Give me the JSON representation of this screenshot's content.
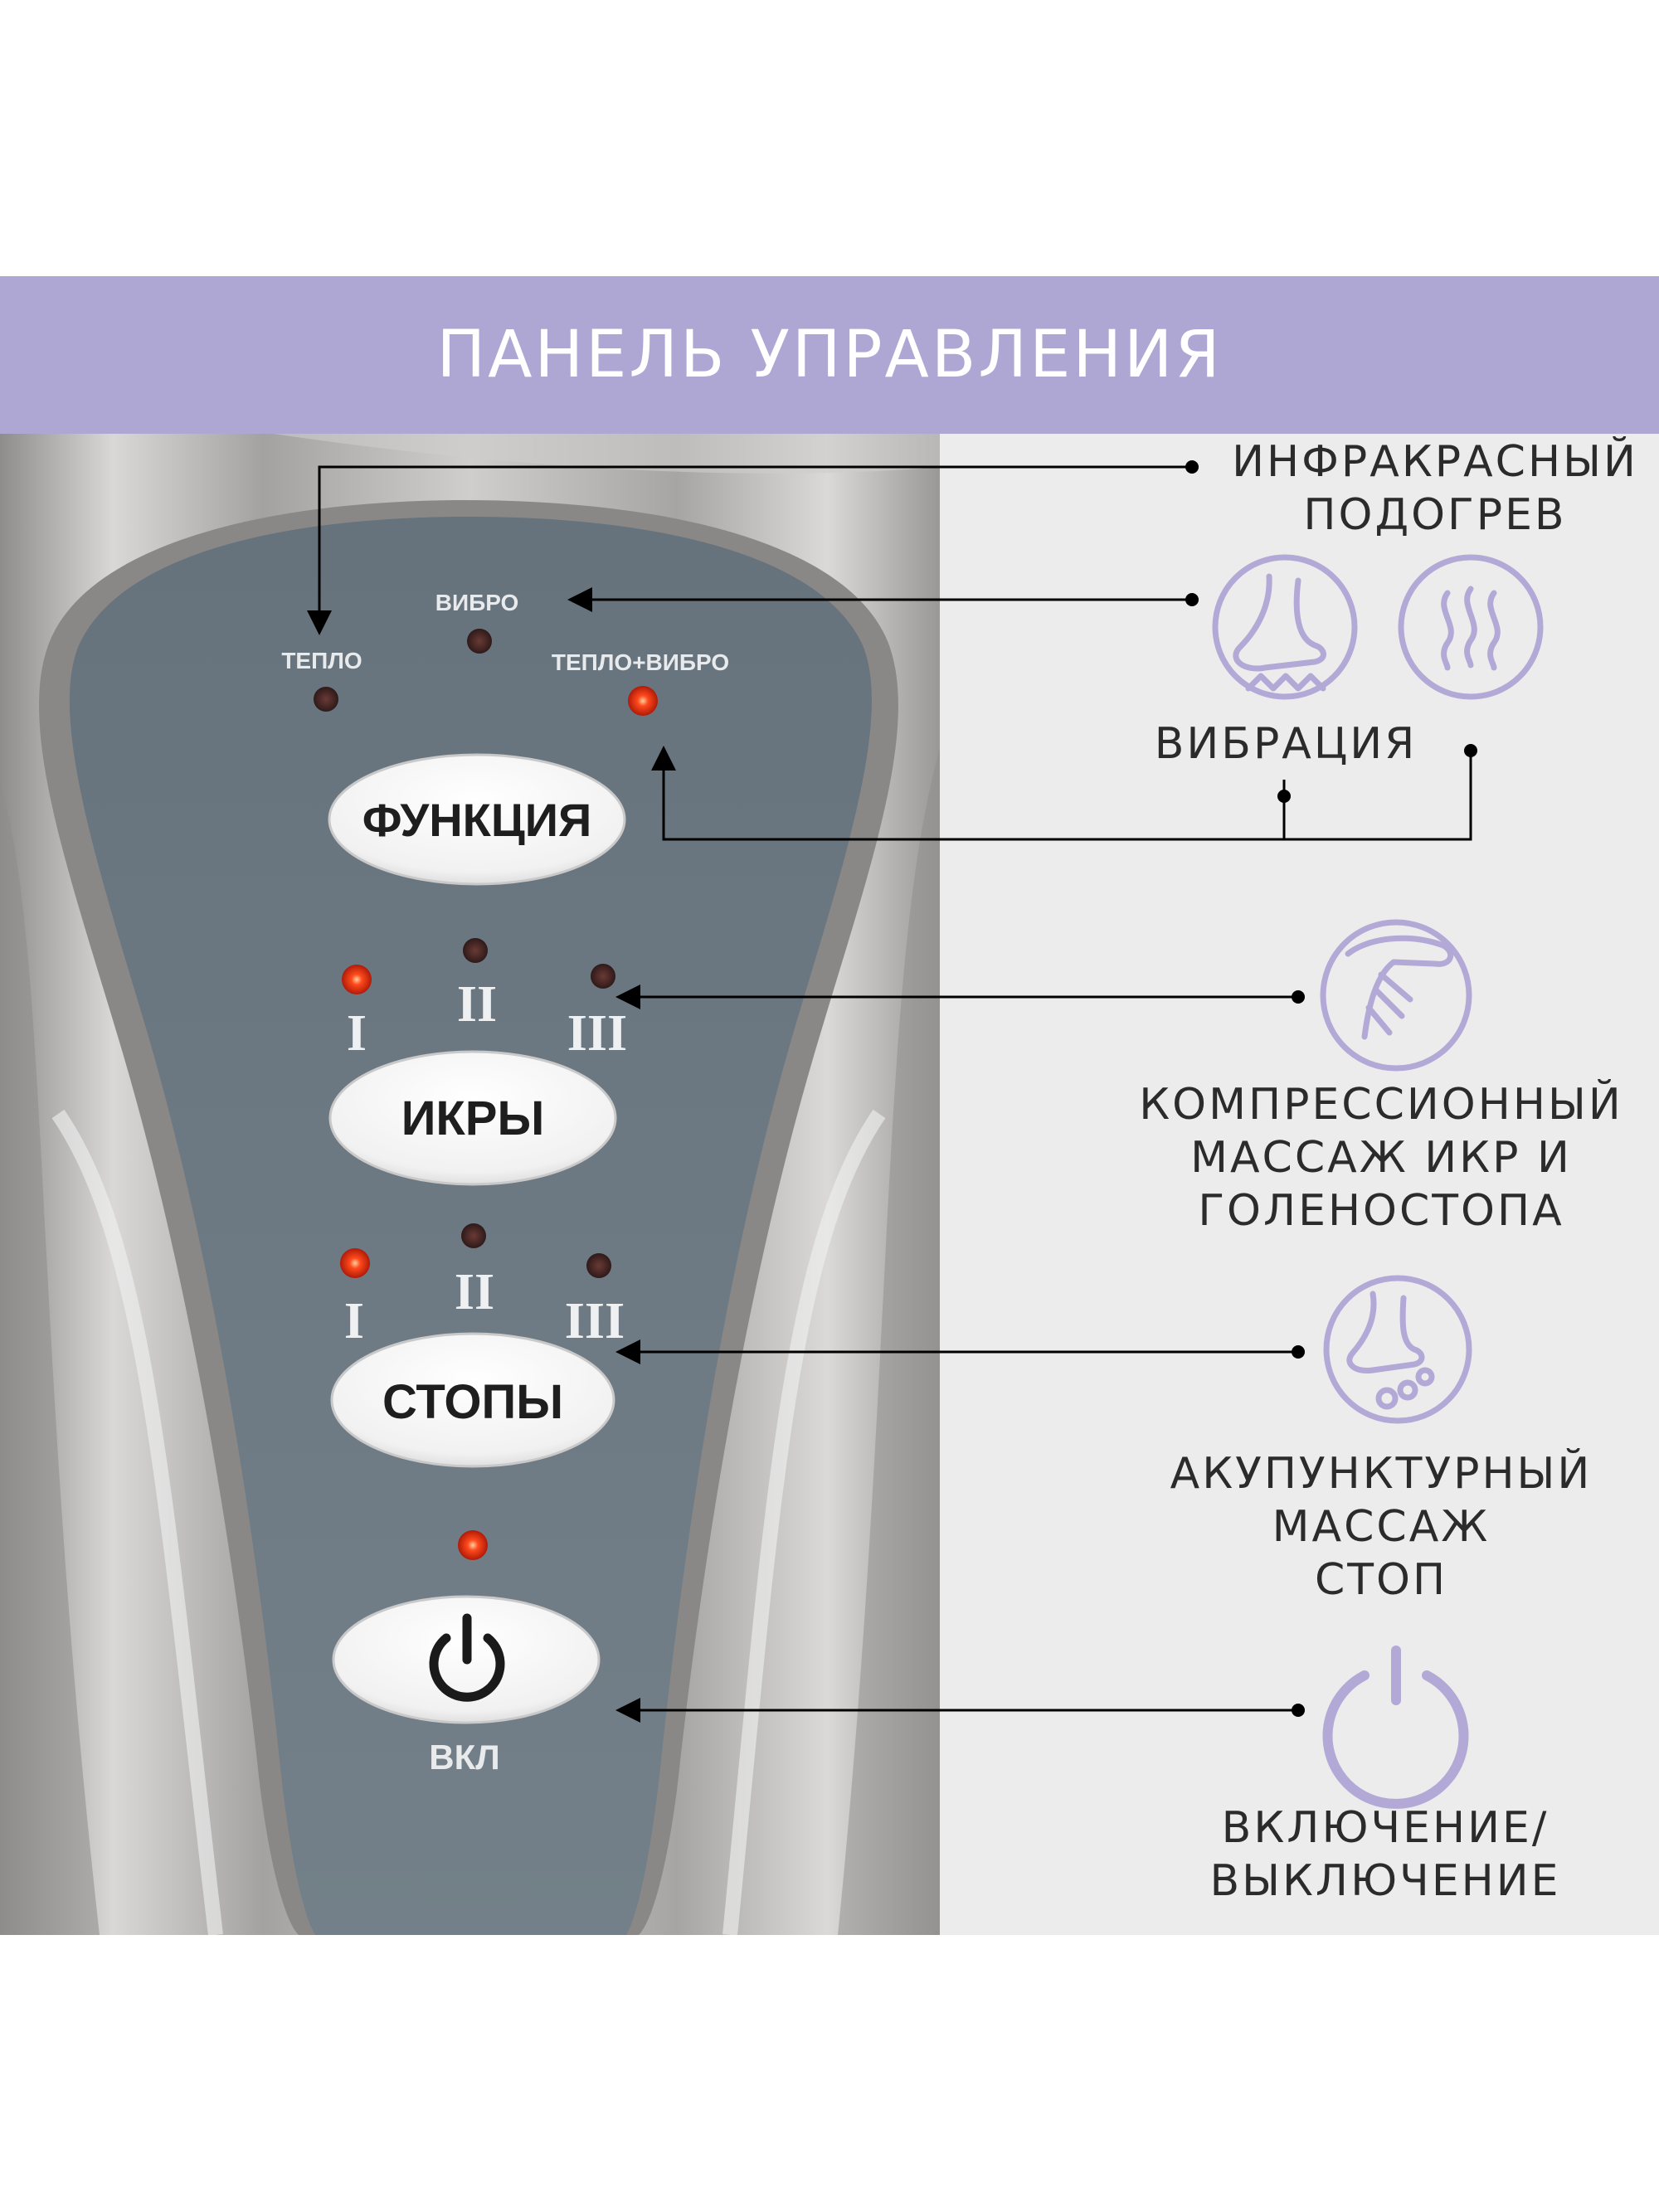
{
  "title": "ПАНЕЛЬ УПРАВЛЕНИЯ",
  "colors": {
    "banner": "#aea7d3",
    "icon_stroke": "#b3a9d6",
    "panel": "#6f7c86",
    "led_on": "#ff3a1a",
    "led_off": "#4a2a28"
  },
  "device": {
    "indicators": {
      "teplo": "ТЕПЛО",
      "vibro": "ВИБРО",
      "teplo_vibro": "ТЕПЛО+ВИБРО"
    },
    "buttons": {
      "function": "ФУНКЦИЯ",
      "calves": "ИКРЫ",
      "feet": "СТОПЫ",
      "power_caption": "ВКЛ"
    },
    "levels": [
      "I",
      "II",
      "III"
    ],
    "leds": {
      "teplo": "off",
      "vibro": "off",
      "teplo_vibro": "on",
      "calves": [
        "on",
        "off",
        "off"
      ],
      "feet": [
        "on",
        "off",
        "off"
      ],
      "power": "on"
    }
  },
  "features": {
    "infrared": [
      "ИНФРАКРАСНЫЙ",
      "ПОДОГРЕВ"
    ],
    "vibration": "ВИБРАЦИЯ",
    "compression": [
      "КОМПРЕССИОННЫЙ",
      "МАССАЖ ИКР И",
      "ГОЛЕНОСТОПА"
    ],
    "acupuncture": [
      "АКУПУНКТУРНЫЙ",
      "МАССАЖ",
      "СТОП"
    ],
    "power": [
      "ВКЛЮЧЕНИЕ/",
      "ВЫКЛЮЧЕНИЕ"
    ]
  },
  "icons": [
    "foot-vibration-icon",
    "heat-waves-icon",
    "leg-compression-icon",
    "foot-acupressure-icon",
    "power-icon"
  ]
}
